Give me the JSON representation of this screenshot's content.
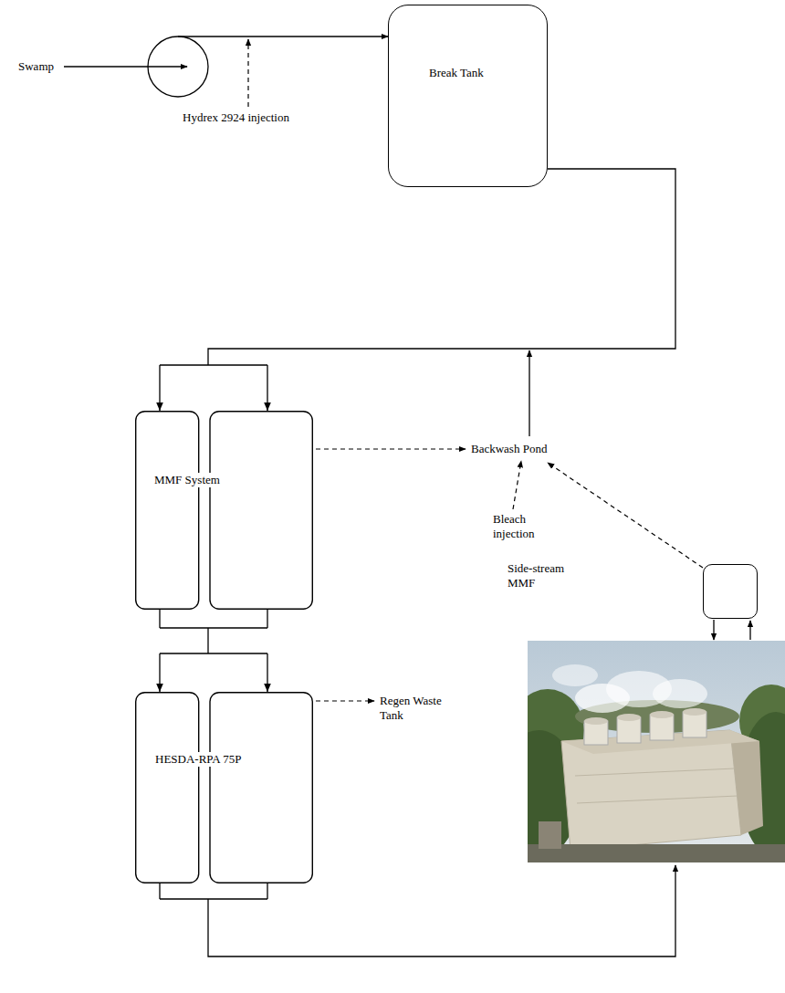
{
  "diagram": {
    "nodes": [
      {
        "text": [
          "Break Tank"
        ]
      },
      {
        "text": [
          "MMF System"
        ]
      },
      {
        "text": [
          "HESDA-RPA 75P"
        ]
      },
      {
        "text": [
          "Side-stream MMF"
        ]
      }
    ],
    "edges": [
      {
        "from": 0,
        "to": 1,
        "arrow": "to"
      },
      {
        "from": 1,
        "to": 2,
        "arrow": "to"
      }
    ],
    "labels": [
      "Swamp",
      "Hydrex 2924 injection",
      "Backwash Pond",
      "Bleach injection",
      "Regen Waste Tank"
    ]
  }
}
